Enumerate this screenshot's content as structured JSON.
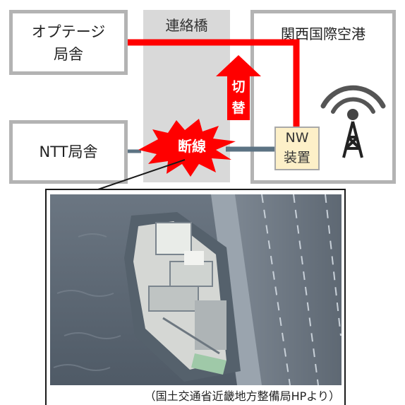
{
  "nodes": {
    "optage": {
      "line1": "オプテージ",
      "line2": "局舎"
    },
    "ntt": {
      "label": "NTT局舎"
    },
    "bridge": {
      "label": "連絡橋"
    },
    "airport": {
      "label": "関西国際空港"
    },
    "nw_device": {
      "line1": "NW",
      "line2": "装置"
    }
  },
  "labels": {
    "switch_1": "切",
    "switch_2": "替",
    "break": "断線"
  },
  "photo": {
    "caption": "（国土交通省近畿地方整備局HPより）"
  },
  "colors": {
    "red_line": "#ff0000",
    "box_border": "#b3b3b3",
    "bridge_fill": "#d9d9d9",
    "nw_fill": "#fdf0c8",
    "gray_link": "#5c7383"
  },
  "icons": [
    "radio-tower-icon",
    "up-arrow-icon",
    "explosion-icon"
  ]
}
